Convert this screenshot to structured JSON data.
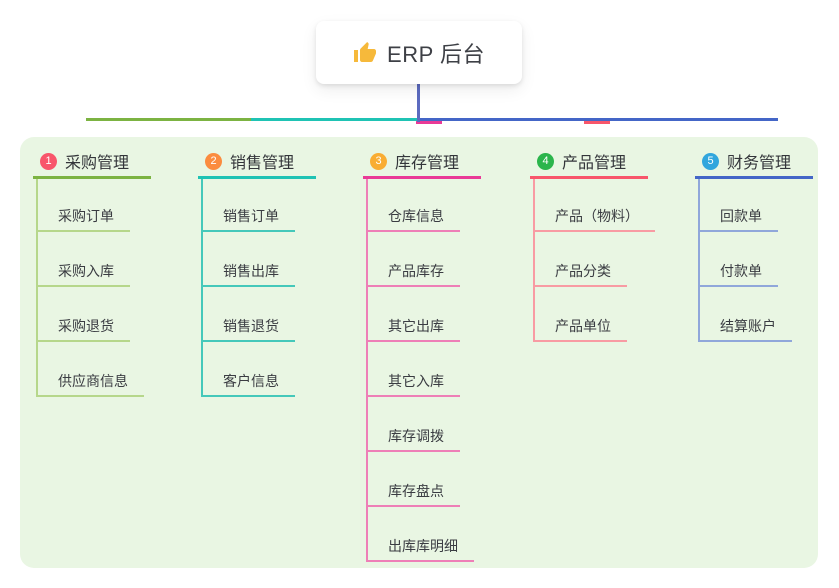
{
  "root": {
    "label": "ERP 后台",
    "icon": "thumbs-up-icon"
  },
  "canvas": {
    "background_color": "#ffffff",
    "panel_color": "#e9f6e3",
    "root_line_color": "#5c6bc0"
  },
  "branches": [
    {
      "number": "1",
      "label": "采购管理",
      "badge_color": "#f8566b",
      "line_color": "#7cb342",
      "child_line_color": "#b6d78b",
      "children": [
        "采购订单",
        "采购入库",
        "采购退货",
        "供应商信息"
      ]
    },
    {
      "number": "2",
      "label": "销售管理",
      "badge_color": "#fb8c3f",
      "line_color": "#1fc3b4",
      "child_line_color": "#45c8ba",
      "children": [
        "销售订单",
        "销售出库",
        "销售退货",
        "客户信息"
      ]
    },
    {
      "number": "3",
      "label": "库存管理",
      "badge_color": "#f9ad33",
      "line_color": "#e93a97",
      "child_line_color": "#ee7fb7",
      "children": [
        "仓库信息",
        "产品库存",
        "其它出库",
        "其它入库",
        "库存调拨",
        "库存盘点",
        "出库库明细"
      ]
    },
    {
      "number": "4",
      "label": "产品管理",
      "badge_color": "#2bb54c",
      "line_color": "#f8566b",
      "child_line_color": "#f89ba3",
      "children": [
        "产品（物料）",
        "产品分类",
        "产品单位"
      ]
    },
    {
      "number": "5",
      "label": "财务管理",
      "badge_color": "#31a6dd",
      "line_color": "#4466c7",
      "child_line_color": "#90a7da",
      "children": [
        "回款单",
        "付款单",
        "结算账户"
      ]
    }
  ]
}
